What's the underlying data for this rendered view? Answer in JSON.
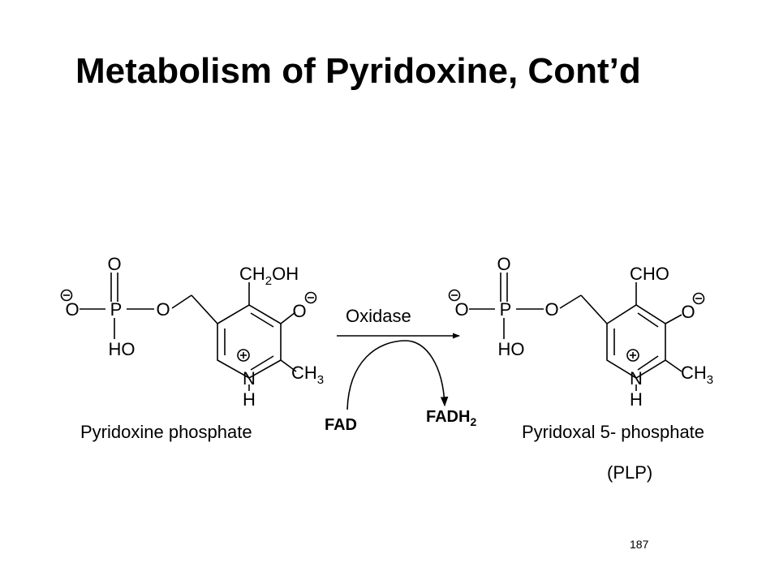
{
  "slide": {
    "title": "Metabolism of Pyridoxine, Cont’d",
    "page_number": "187"
  },
  "reaction": {
    "enzyme": "Oxidase",
    "cofactor_in": "FAD",
    "cofactor_out": "FADH",
    "cofactor_out_subscript": "2"
  },
  "substrate": {
    "name": "Pyridoxine phosphate",
    "side_chain": "CH",
    "side_chain_sub": "2",
    "side_chain_tail": "OH",
    "methyl": "CH",
    "methyl_sub": "3"
  },
  "product": {
    "name": "Pyridoxal 5- phosphate",
    "abbreviation": "(PLP)",
    "side_chain": "CHO",
    "methyl": "CH",
    "methyl_sub": "3"
  },
  "atoms": {
    "oxygen": "O",
    "phosphorus": "P",
    "hydroxyl": "HO",
    "nitrogen": "N",
    "hydrogen": "H"
  }
}
